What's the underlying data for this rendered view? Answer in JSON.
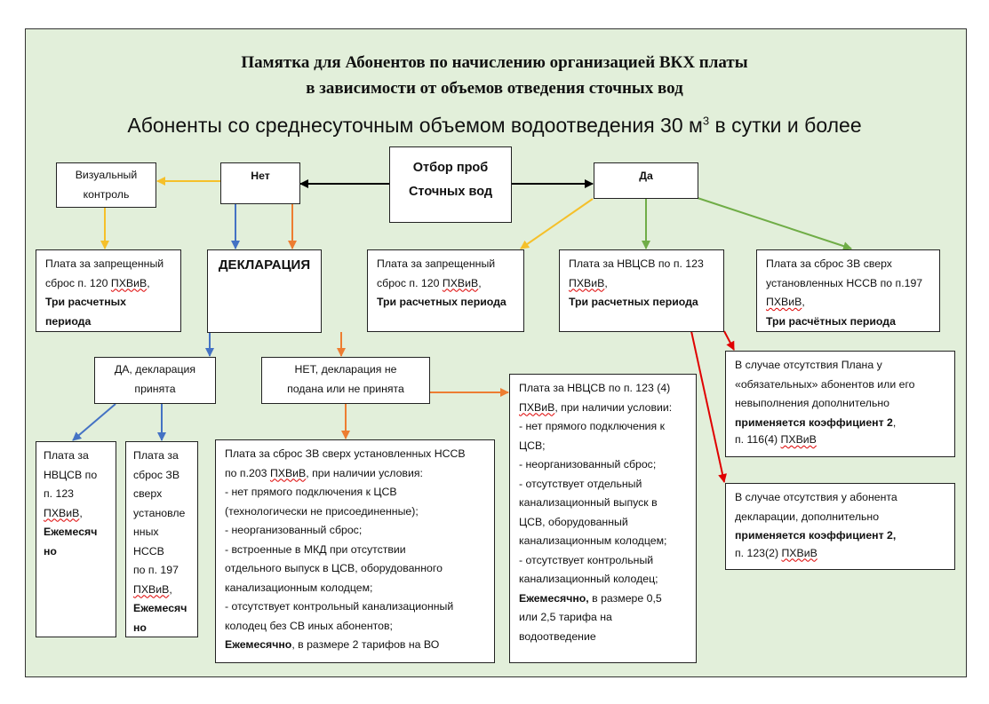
{
  "title": {
    "line1": "Памятка для Абонентов по начислению организацией ВКХ платы",
    "line2": "в зависимости от объемов отведения сточных вод",
    "subtitle": "Абоненты со среднесуточным объемом водоотведения 30 м",
    "subtitle_sup": "3",
    "subtitle_end": " в сутки и более"
  },
  "root": {
    "line1": "Отбор проб",
    "line2": "Сточных вод"
  },
  "no": "Нет",
  "yes": "Да",
  "visual": {
    "line1": "Визуальный",
    "line2": "контроль"
  },
  "forbidden": {
    "line1": "Плата за запрещенный",
    "line2a": "сброс п. 120 ",
    "pxviv": "ПХВиВ",
    "comma": ",",
    "bold": "Три расчетных периода"
  },
  "declaration": "ДЕКЛАРАЦИЯ",
  "nvcsv123": {
    "line1": "Плата за НВЦСВ по п. 123",
    "pxviv": "ПХВиВ",
    "comma": ",",
    "bold": "Три расчетных периода"
  },
  "zv197": {
    "line1": "Плата за сброс ЗВ сверх",
    "line2": "установленных НССВ по п.197",
    "pxviv": "ПХВиВ",
    "comma": ",",
    "bold": "Три расчётных периода"
  },
  "decl_yes": {
    "line1": "ДА, декларация",
    "line2": "принята"
  },
  "decl_no": {
    "line1": "НЕТ, декларация не",
    "line2": "подана или не принята"
  },
  "small_nvcsv": {
    "lines": [
      "Плата за",
      "НВЦСВ по",
      "п. 123"
    ],
    "pxviv": "ПХВиВ",
    "comma": ",",
    "bold": [
      "Ежемесяч",
      "но"
    ]
  },
  "small_zv": {
    "lines": [
      "Плата за",
      "сброс ЗВ",
      "сверх",
      "установле",
      "нных НССВ",
      "по п. 197"
    ],
    "pxviv": "ПХВиВ",
    "comma": ",",
    "bold": [
      "Ежемесяч",
      "но"
    ]
  },
  "zv203": {
    "line1": "Плата за сброс ЗВ сверх установленных НССВ",
    "line2a": "по п.203 ",
    "pxviv": "ПХВиВ",
    "line2b": ", при наличии условия:",
    "lines": [
      "- нет прямого подключения к ЦСВ",
      "(технологически не присоединенные);",
      "- неорганизованный сброс;",
      "- встроенные в МКД при отсутствии",
      "отдельного выпуск в ЦСВ, оборудованного",
      "канализационным колодцем;",
      "- отсутствует контрольный канализационный",
      "колодец без СВ иных абонентов;"
    ],
    "bold": "Ежемесячно",
    "end": ", в размере 2 тарифов на ВО"
  },
  "nvcsv1234": {
    "line1": "Плата за НВЦСВ по п. 123 (4)",
    "pxviv": "ПХВиВ",
    "line2b": ", при наличии условии:",
    "lines": [
      "- нет прямого подключения к",
      "ЦСВ;",
      "- неорганизованный сброс;",
      "- отсутствует отдельный",
      "канализационный выпуск в",
      "ЦСВ, оборудованный",
      "канализационным колодцем;",
      "- отсутствует контрольный",
      "канализационный колодец;"
    ],
    "bold": "Ежемесячно,",
    "end1": " в размере 0,5",
    "end2": "или 2,5 тарифа на",
    "end3": "водоотведение"
  },
  "coef1": {
    "lines": [
      "В случае отсутствия Плана у",
      "«обязательных» абонентов или его",
      "невыполнения дополнительно"
    ],
    "bold": "применяется коэффициент 2",
    "comma": ",",
    "ref": "п. 116(4) ",
    "pxviv": "ПХВиВ"
  },
  "coef2": {
    "lines": [
      "В случае отсутствия у абонента",
      "декларации, дополнительно"
    ],
    "bold": "применяется коэффициент 2,",
    "ref": "п. 123(2) ",
    "pxviv": "ПХВиВ"
  },
  "colors": {
    "background": "#e2efda",
    "yellow": "#f5c02a",
    "blue": "#4472c4",
    "orange": "#ed7d31",
    "green": "#70ad47",
    "red": "#e00000",
    "black": "#000000"
  }
}
